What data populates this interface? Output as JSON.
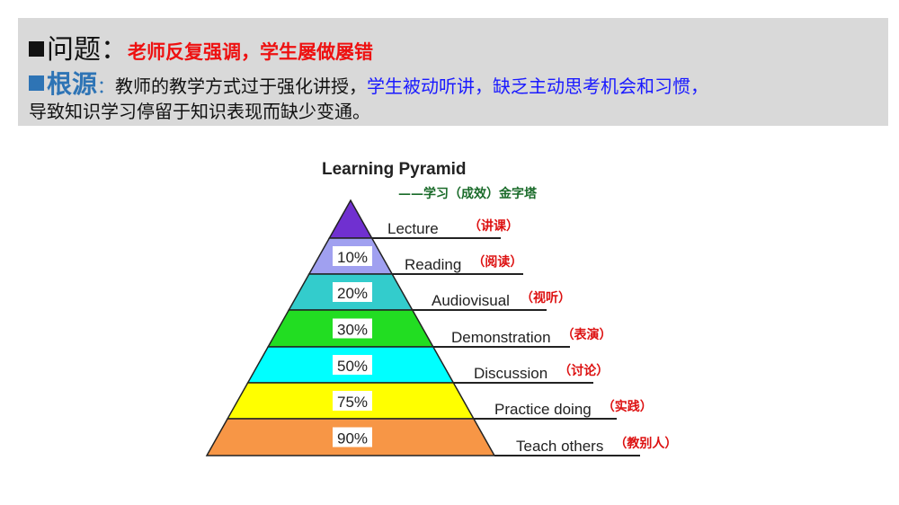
{
  "header": {
    "problem_label": "问题：",
    "problem_text": "老师反复强调，学生屡做屡错",
    "root_label": "根源",
    "root_colon": "：",
    "root_text_black": "教师的教学方式过于强化讲授，",
    "root_text_blue": "学生被动听讲，缺乏主动思考机会和习惯，",
    "root_text_line2": "导致知识学习停留于知识表现而缺少变通。"
  },
  "pyramid": {
    "title": "Learning Pyramid",
    "subtitle": "——学习（成效）金字塔",
    "levels": [
      {
        "label": "Lecture",
        "cn": "（讲课）",
        "percent": "",
        "color": "#7030d0"
      },
      {
        "label": "Reading",
        "cn": "（阅读）",
        "percent": "10%",
        "color": "#a0a0f0"
      },
      {
        "label": "Audiovisual",
        "cn": "（视听）",
        "percent": "20%",
        "color": "#33cccc"
      },
      {
        "label": "Demonstration",
        "cn": "（表演）",
        "percent": "30%",
        "color": "#22dd22"
      },
      {
        "label": "Discussion",
        "cn": "（讨论）",
        "percent": "50%",
        "color": "#00ffff"
      },
      {
        "label": "Practice doing",
        "cn": "（实践）",
        "percent": "75%",
        "color": "#ffff00"
      },
      {
        "label": "Teach others",
        "cn": "（教别人）",
        "percent": "90%",
        "color": "#f79646"
      }
    ]
  }
}
